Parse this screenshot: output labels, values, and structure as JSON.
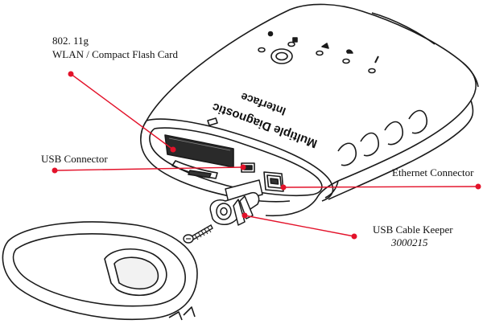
{
  "device_text": {
    "line1": "Multiple Diagnostic",
    "line2": "Interface"
  },
  "callouts": {
    "wlan": {
      "line1": "802. 11g",
      "line2": "WLAN / Compact Flash Card"
    },
    "usb_connector": {
      "label": "USB Connector"
    },
    "ethernet": {
      "label": "Ethernet Connector"
    },
    "keeper": {
      "label": "USB Cable Keeper",
      "part_number": "3000215"
    }
  },
  "colors": {
    "leader": "#e3122a",
    "outline": "#1a1a1a",
    "text": "#111111"
  }
}
